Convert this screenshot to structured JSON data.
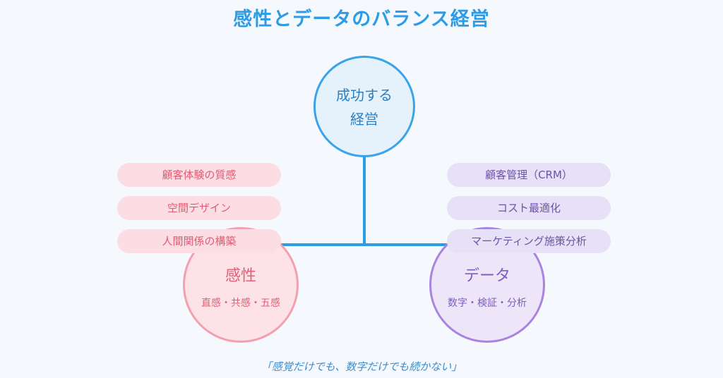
{
  "title": "感性とデータのバランス経営",
  "center": {
    "line1": "成功する",
    "line2": "経営"
  },
  "left": {
    "name": "感性",
    "sub": "直感・共感・五感",
    "items": [
      "顧客体験の質感",
      "空間デザイン",
      "人間関係の構築"
    ]
  },
  "right": {
    "name": "データ",
    "sub": "数字・検証・分析",
    "items": [
      "顧客管理（CRM）",
      "コスト最適化",
      "マーケティング施策分析"
    ]
  },
  "quote": "「感覚だけでも、数字だけでも続かない」",
  "colors": {
    "accent_blue": "#2e9be6",
    "left_pink": "#f2a0ae",
    "right_purple": "#a883e0"
  }
}
